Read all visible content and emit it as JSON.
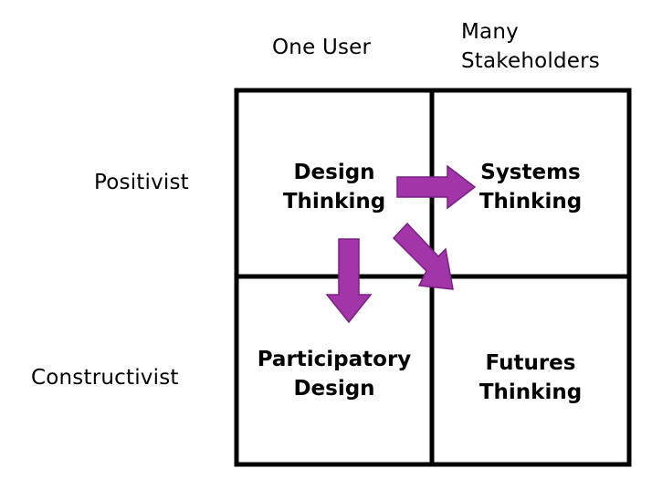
{
  "columns": [
    {
      "label": "One User"
    },
    {
      "label_line1": "Many",
      "label_line2": "Stakeholders"
    }
  ],
  "rows": [
    {
      "label": "Positivist"
    },
    {
      "label": "Constructivist"
    }
  ],
  "cells": {
    "top_left": {
      "line1": "Design",
      "line2": "Thinking"
    },
    "top_right": {
      "line1": "Systems",
      "line2": "Thinking"
    },
    "bottom_left": {
      "line1": "Participatory",
      "line2": "Design"
    },
    "bottom_right": {
      "line1": "Futures",
      "line2": "Thinking"
    }
  },
  "arrows": [
    {
      "from": "Design Thinking",
      "to": "Systems Thinking",
      "direction": "right"
    },
    {
      "from": "Design Thinking",
      "to": "Participatory Design",
      "direction": "down"
    },
    {
      "from": "Design Thinking",
      "to": "Futures Thinking",
      "direction": "down-right"
    }
  ],
  "colors": {
    "arrow_fill": "#A236A8",
    "arrow_stroke": "#7A1F82",
    "grid_line": "#000000"
  }
}
